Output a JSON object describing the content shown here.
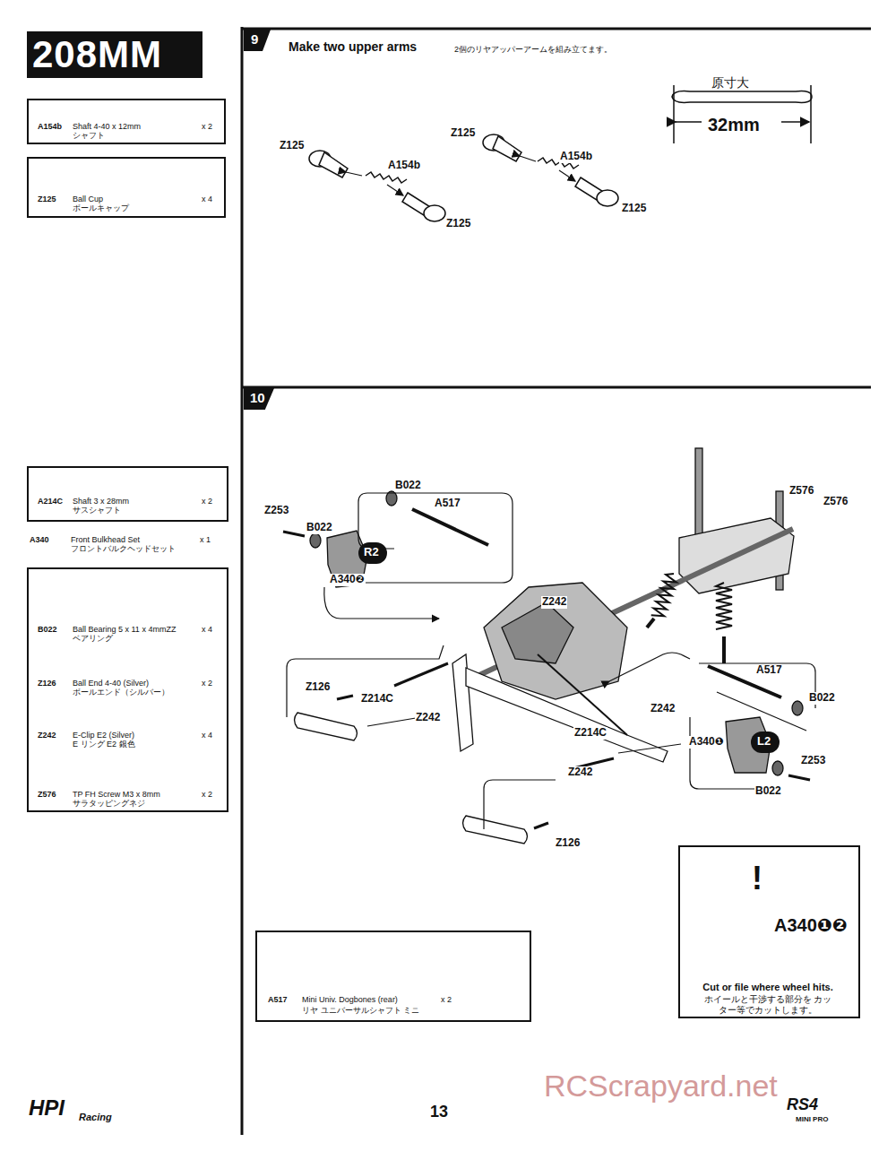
{
  "diagram": {
    "title": "208MM",
    "nodes": [
      {
        "text": [
          "9"
        ]
      },
      {
        "text": [
          "A154b",
          "Shaft 4-40 x 12mm",
          "シャフト",
          "x 2"
        ]
      },
      {
        "text": [
          "Z125",
          "Ball Cup",
          "ボールキャップ",
          "x 4"
        ]
      },
      {
        "text": [
          "10"
        ]
      },
      {
        "text": [
          "A214C",
          "Shaft 3 x 28mm",
          "サスシャフト",
          "x 2"
        ]
      },
      {
        "text": [
          "B022",
          "Ball Bearing 5 x 11 x 4mmZZ",
          "ベアリング",
          "x 4",
          "Z126",
          "Ball End 4-40 (Silver)",
          "ボールエンド（シルバー）",
          "x 2",
          "Z242",
          "E-Clip E2 (Silver)",
          "E リング E2 銀色",
          "x 4",
          "Z576",
          "TP FH Screw M3 x 8mm",
          "サラタッピングネジ",
          "x 2"
        ]
      },
      {
        "text": [
          "R2"
        ]
      },
      {
        "text": [
          "L2"
        ]
      },
      {
        "text": [
          "A517",
          "Mini Univ. Dogbones (rear)",
          "リヤ ユニバーサルシャフト ミニ",
          "x 2"
        ]
      },
      {
        "text": [
          "!",
          "A340❶❷",
          "Cut or file where wheel hits.",
          "ホイールと干渉する部分を カッター等でカットします。"
        ]
      }
    ],
    "labels": [
      "Make two upper arms",
      "2個のリヤアッパーアームを組み立てます。",
      "原寸大",
      "32mm",
      "Z125",
      "A154b",
      "Z125",
      "Z125",
      "A154b",
      "Z125",
      "A340",
      "Front Bulkhead Set",
      "フロントバルクヘッドセット",
      "x 1",
      "B022",
      "A517",
      "Z253",
      "B022",
      "A340❷",
      "Z576",
      "Z576",
      "Z242",
      "A517",
      "B022",
      "Z126",
      "Z214C",
      "Z242",
      "Z242",
      "A340❶",
      "Z253",
      "B022",
      "Z214C",
      "Z242",
      "Z126",
      "HPI",
      "Racing",
      "13",
      "RCScrapyard.net",
      "RS4",
      "MINI PRO"
    ]
  }
}
